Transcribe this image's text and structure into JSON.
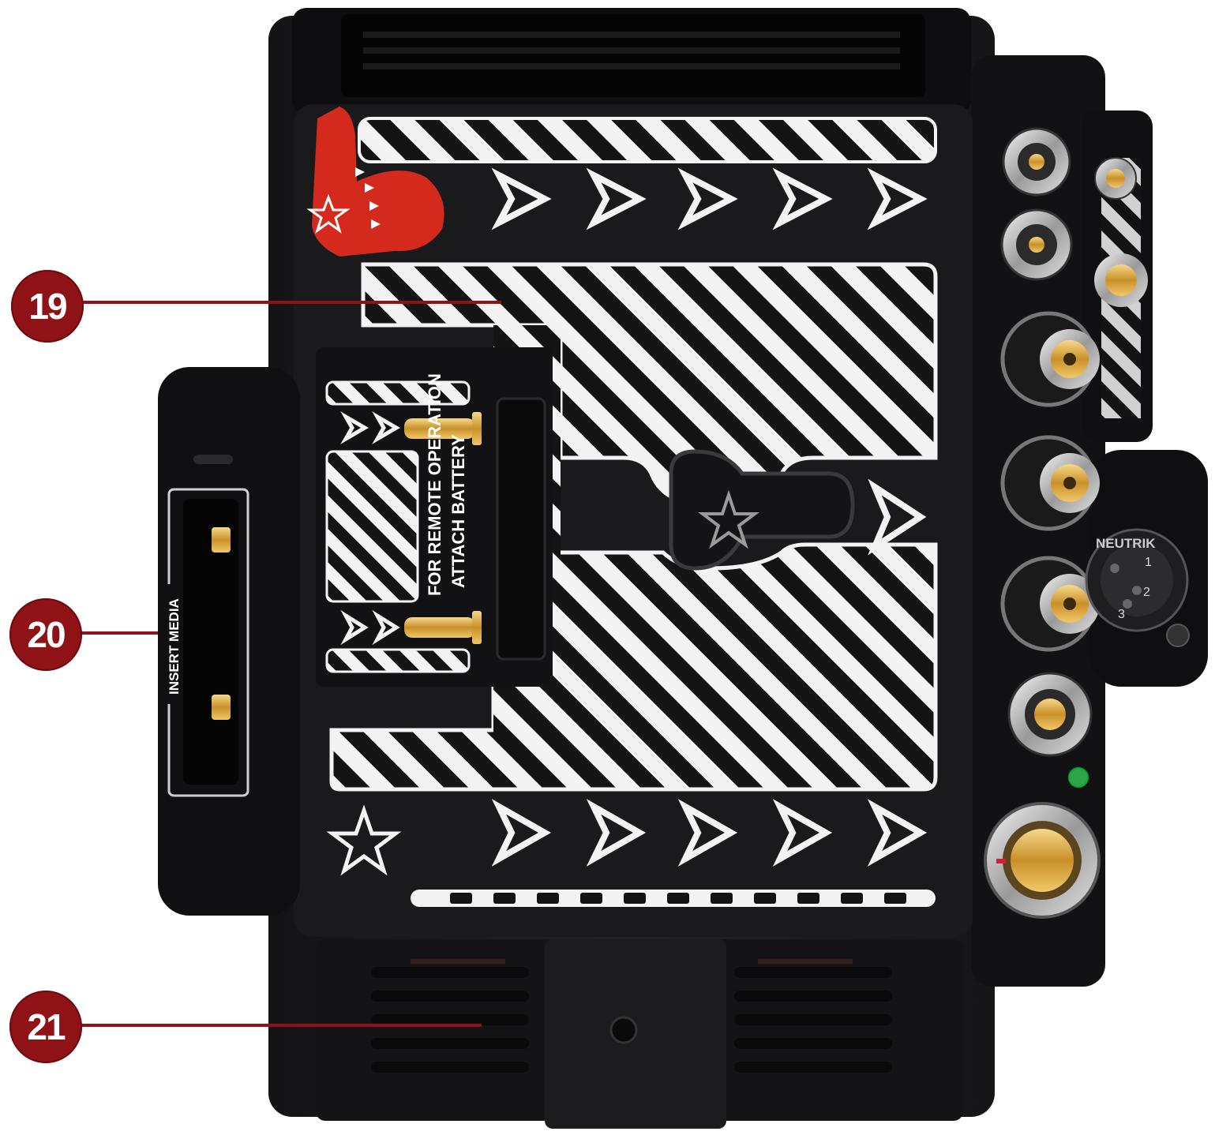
{
  "callouts": [
    {
      "number": "19",
      "target": "battery-mount-plate"
    },
    {
      "number": "20",
      "target": "media-slot"
    },
    {
      "number": "21",
      "target": "cooling-vents"
    }
  ],
  "labels": {
    "media_slot": "INSERT MEDIA",
    "battery_line1": "FOR REMOTE OPERATION",
    "battery_line2": "ATTACH BATTERY",
    "xlr_brand": "NEUTRIK",
    "xlr_pin1": "1",
    "xlr_pin2": "2",
    "xlr_pin3": "3"
  },
  "colors": {
    "callout": "#8e1216",
    "body": "#1c1c1e",
    "stripe_light": "#f2f2f2",
    "release_tab": "#d42a1e",
    "gold_pin": "#d8a63a"
  },
  "icons": [
    "star-icon",
    "chevron-right-icon"
  ]
}
